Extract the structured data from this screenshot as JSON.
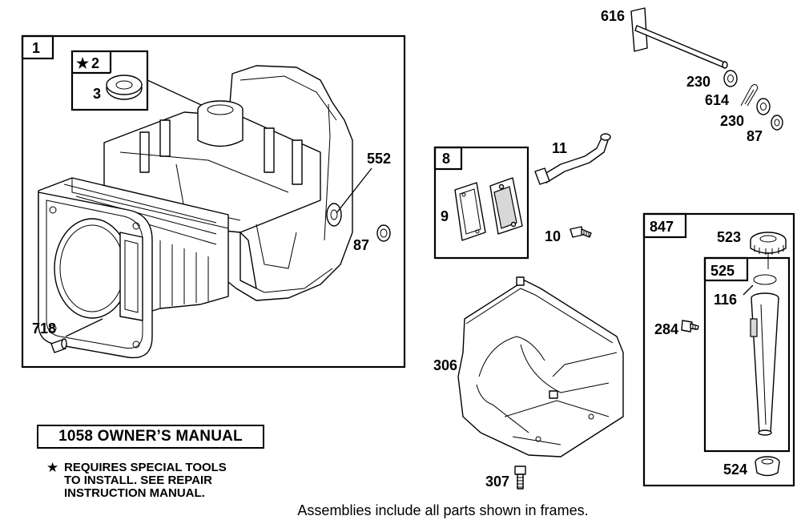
{
  "parts": {
    "p1": "1",
    "p2": "2",
    "p3": "3",
    "p552": "552",
    "p87a": "87",
    "p718": "718",
    "p8": "8",
    "p9": "9",
    "p11": "11",
    "p10": "10",
    "p616": "616",
    "p230a": "230",
    "p614": "614",
    "p230b": "230",
    "p87b": "87",
    "p847": "847",
    "p523": "523",
    "p525": "525",
    "p116": "116",
    "p284": "284",
    "p524": "524",
    "p306": "306",
    "p307": "307"
  },
  "special_tool_mark": "★",
  "manual_label": "1058 OWNER’S MANUAL",
  "note": {
    "star": "★",
    "lines": [
      "REQUIRES SPECIAL TOOLS",
      "TO INSTALL.  SEE REPAIR",
      "INSTRUCTION MANUAL."
    ]
  },
  "caption": "Assemblies include all parts shown in frames.",
  "colors": {
    "ink": "#000000",
    "paper": "#ffffff",
    "shade": "#d8d8d8"
  }
}
